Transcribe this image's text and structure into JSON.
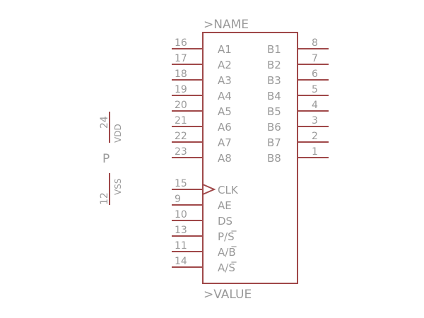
{
  "colors": {
    "stroke": "#a0494a",
    "text": "#9a9a9a",
    "background": "#ffffff"
  },
  "symbol": {
    "name_label": ">NAME",
    "value_label": ">VALUE",
    "left_pins": [
      {
        "number": "16",
        "name": "A1"
      },
      {
        "number": "17",
        "name": "A2"
      },
      {
        "number": "18",
        "name": "A3"
      },
      {
        "number": "19",
        "name": "A4"
      },
      {
        "number": "20",
        "name": "A5"
      },
      {
        "number": "21",
        "name": "A6"
      },
      {
        "number": "22",
        "name": "A7"
      },
      {
        "number": "23",
        "name": "A8"
      },
      {
        "number": "15",
        "name": "CLK",
        "clock": true
      },
      {
        "number": "9",
        "name": "AE"
      },
      {
        "number": "10",
        "name": "DS"
      },
      {
        "number": "13",
        "name": "P/S",
        "overline": "S"
      },
      {
        "number": "11",
        "name": "A/B",
        "overline": "B"
      },
      {
        "number": "14",
        "name": "A/S",
        "overline": "S"
      }
    ],
    "right_pins": [
      {
        "number": "8",
        "name": "B1"
      },
      {
        "number": "7",
        "name": "B2"
      },
      {
        "number": "6",
        "name": "B3"
      },
      {
        "number": "5",
        "name": "B4"
      },
      {
        "number": "4",
        "name": "B5"
      },
      {
        "number": "3",
        "name": "B6"
      },
      {
        "number": "2",
        "name": "B7"
      },
      {
        "number": "1",
        "name": "B8"
      }
    ]
  },
  "power": {
    "label": "P",
    "pins": [
      {
        "number": "24",
        "name": "VDD"
      },
      {
        "number": "12",
        "name": "VSS"
      }
    ]
  }
}
